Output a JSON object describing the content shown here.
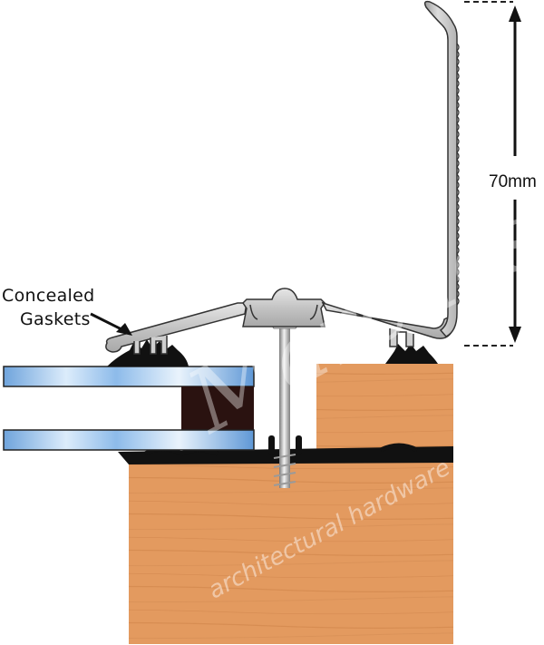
{
  "diagram": {
    "type": "cross-section",
    "subject": "glazing bar with upstand and concealed gaskets",
    "callout": {
      "line1": "Concealed",
      "line2": "Gaskets"
    },
    "dimension": {
      "label": "70mm"
    },
    "watermark": {
      "script": "Marches",
      "subtitle": "architectural hardware ltd."
    },
    "colors": {
      "aluminium": "#c9c9c9",
      "aluminium_dark": "#8a8a8a",
      "gasket": "#111111",
      "glass": "#8fb9e8",
      "glass_light": "#e6f1fb",
      "spacer": "#2a1210",
      "timber": "#e39a5f",
      "timber_grain": "#c97d45",
      "screw": "#b8b8b8"
    }
  }
}
